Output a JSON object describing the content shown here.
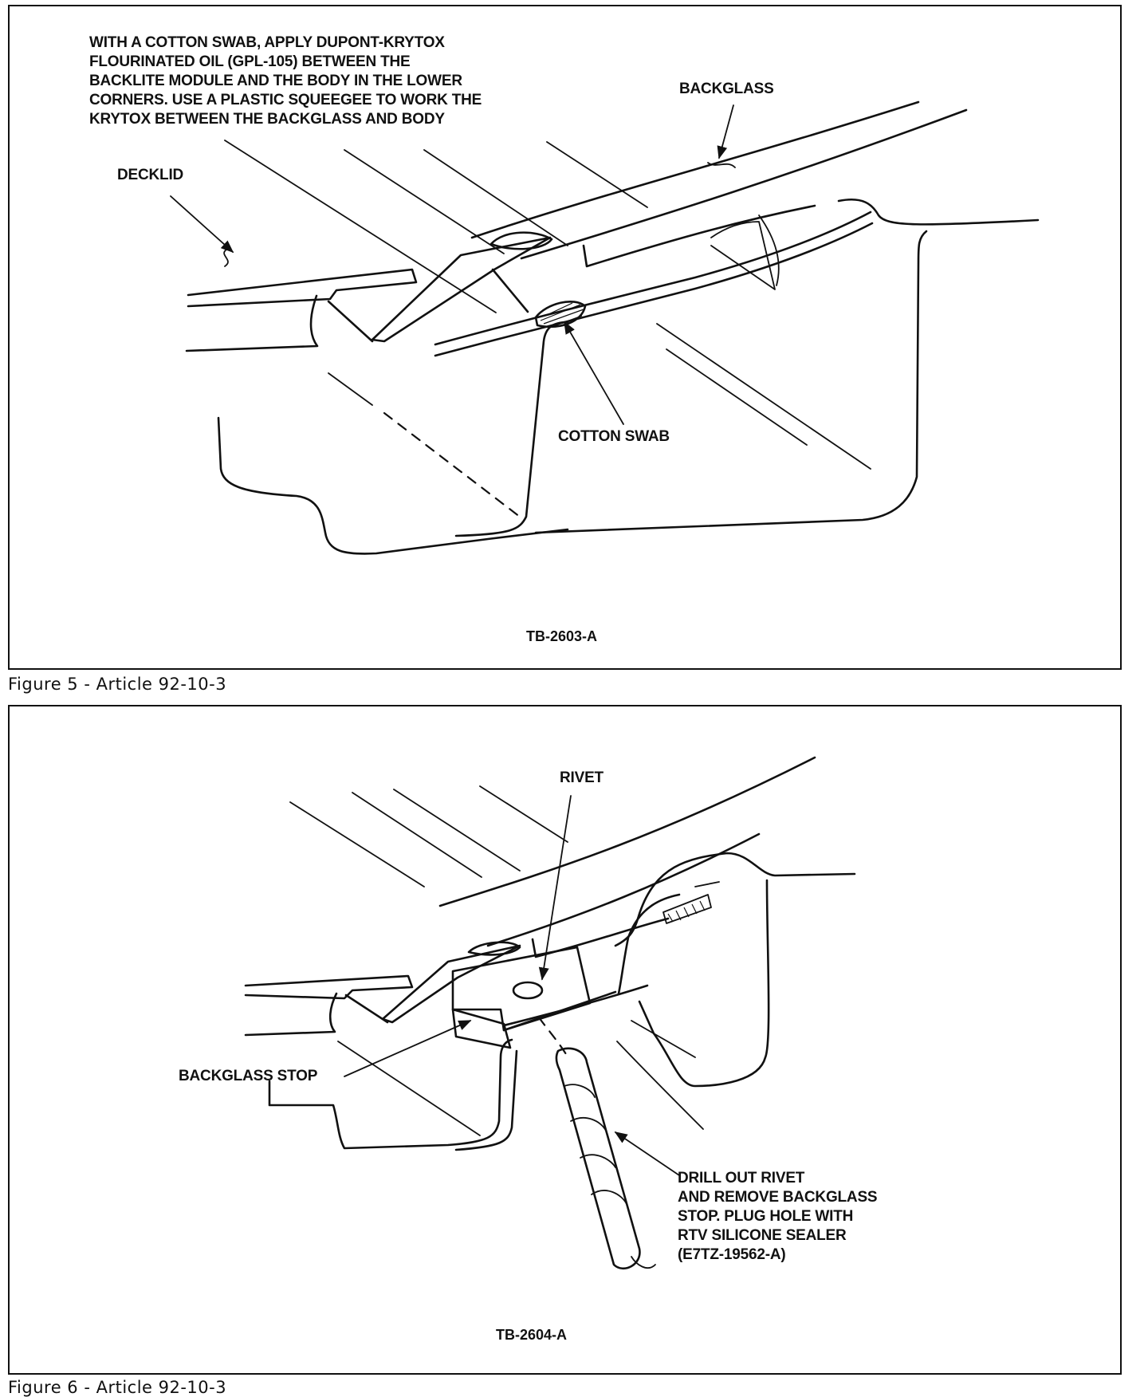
{
  "figure5": {
    "caption": "Figure 5 - Article 92-10-3",
    "reference": "TB-2603-A",
    "instruction_lines": [
      "WITH A COTTON SWAB, APPLY DUPONT-KRYTOX",
      "FLOURINATED OIL (GPL-105) BETWEEN THE",
      "BACKLITE MODULE AND THE BODY IN THE LOWER",
      "CORNERS. USE A PLASTIC SQUEEGEE TO WORK THE",
      "KRYTOX BETWEEN THE BACKGLASS AND BODY"
    ],
    "label_decklid": "DECKLID",
    "label_backglass": "BACKGLASS",
    "label_cotton_swab": "COTTON SWAB"
  },
  "figure6": {
    "caption": "Figure 6 - Article 92-10-3",
    "reference": "TB-2604-A",
    "label_rivet": "RIVET",
    "label_backglass_stop": "BACKGLASS STOP",
    "instruction_lines": [
      "DRILL OUT RIVET",
      "AND REMOVE BACKGLASS",
      "STOP. PLUG HOLE WITH",
      "RTV SILICONE SEALER",
      "(E7TZ-19562-A)"
    ]
  },
  "icons": {
    "arrow": "leader-arrow-icon"
  }
}
